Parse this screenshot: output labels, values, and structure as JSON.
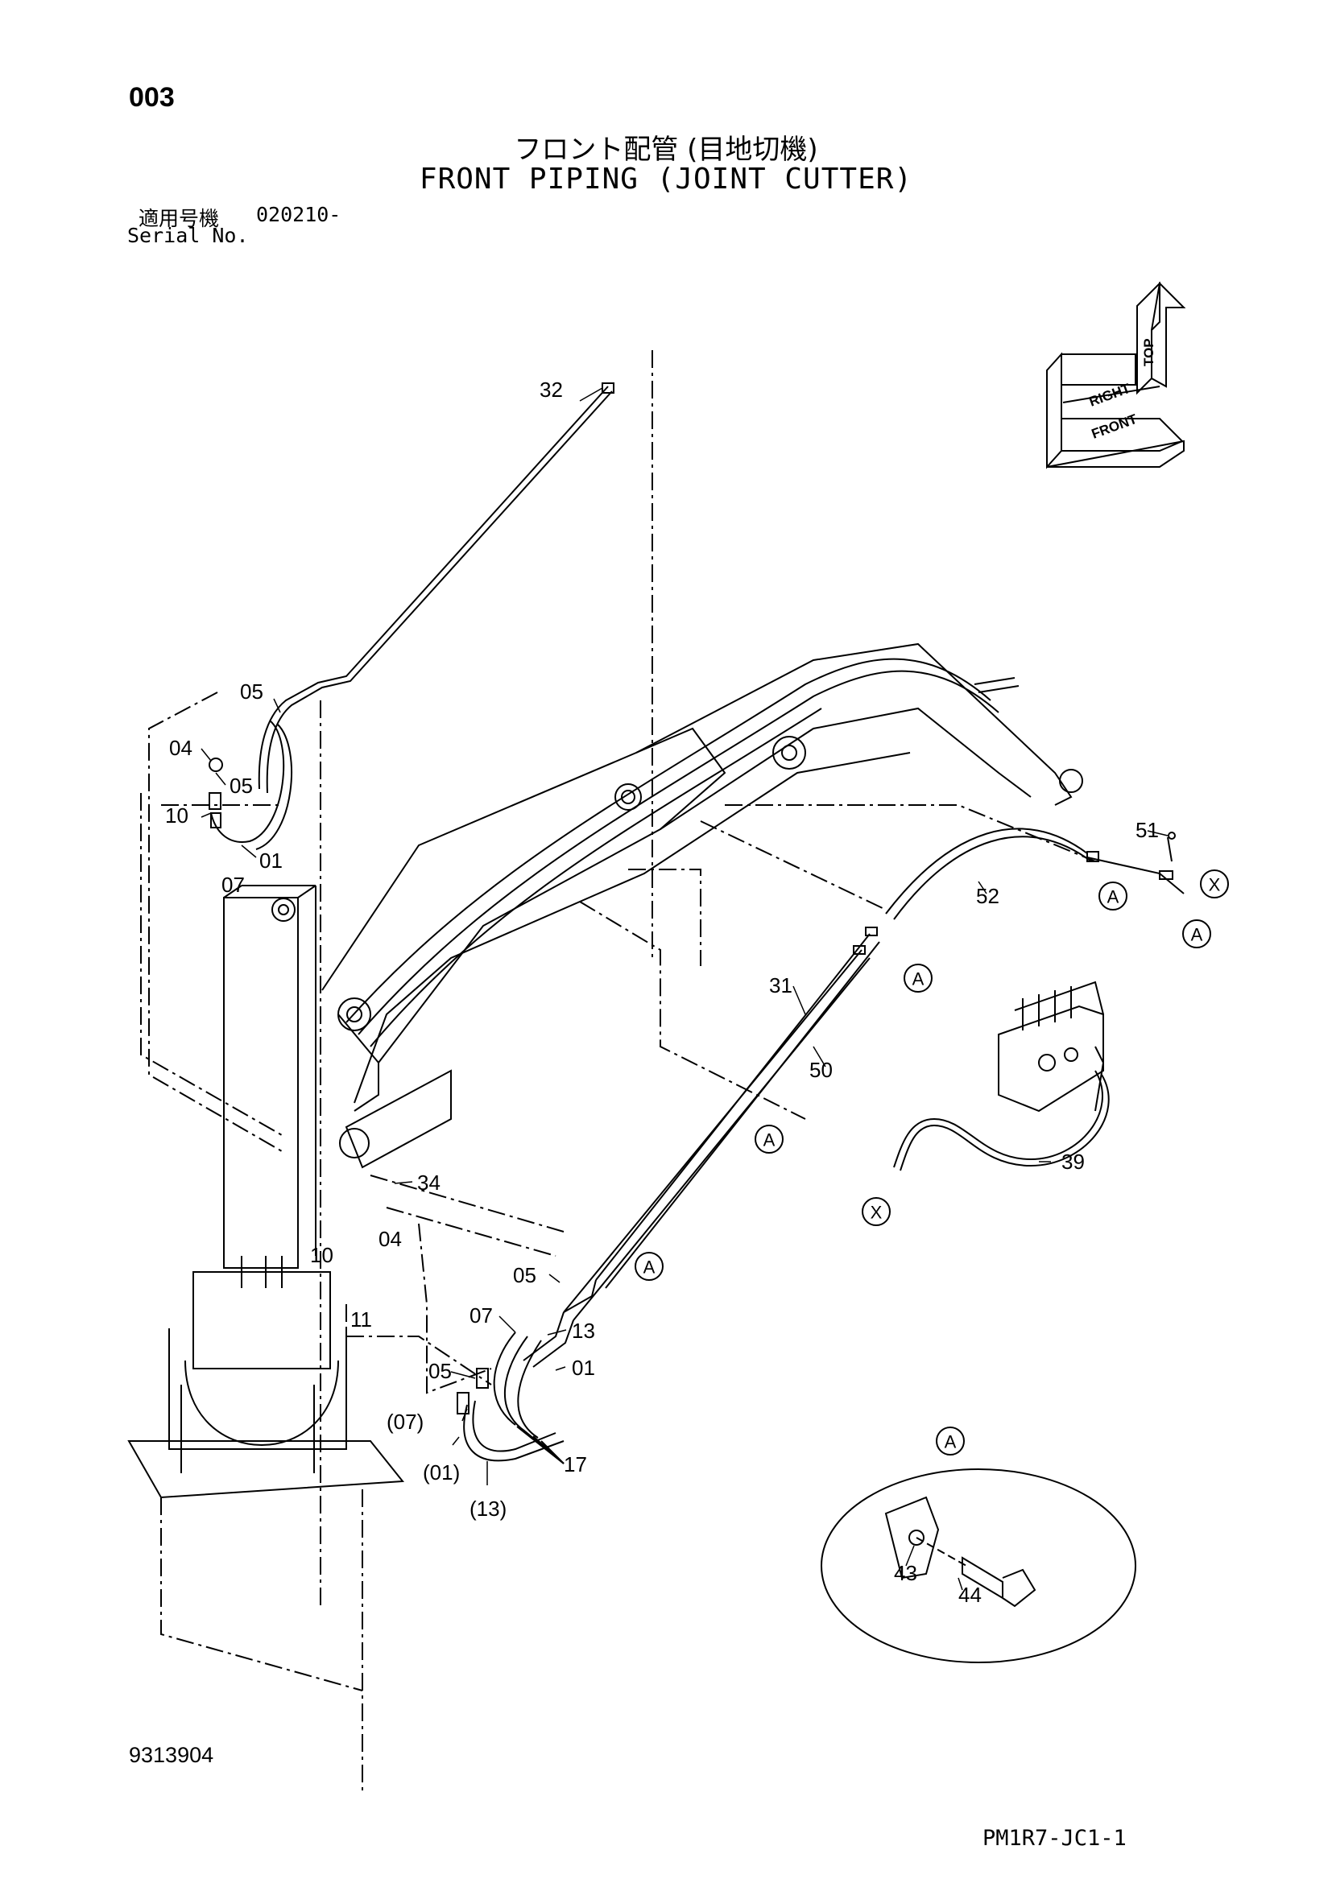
{
  "header": {
    "page_number": "003",
    "title_jp": "フロント配管 (目地切機)",
    "title_en": "FRONT PIPING (JOINT CUTTER)",
    "serial_label_jp": "適用号機",
    "serial_value": "020210-",
    "serial_label_en": "Serial No."
  },
  "orientation": {
    "top": "TOP",
    "right": "RIGHT",
    "front": "FRONT"
  },
  "callouts": {
    "p32": "32",
    "p05a": "05",
    "p04a": "04",
    "p05b": "05",
    "p10a": "10",
    "p01a": "01",
    "p07a": "07",
    "p51": "51",
    "p52": "52",
    "p31": "31",
    "p50": "50",
    "p39": "39",
    "p34": "34",
    "p04b": "04",
    "p10b": "10",
    "p11": "11",
    "p05c": "05",
    "p07b": "07",
    "p13": "13",
    "p05d": "05",
    "p01b": "01",
    "p07c": "(07)",
    "p01c": "(01)",
    "p13b": "(13)",
    "p17": "17",
    "p43": "43",
    "p44": "44"
  },
  "markers": {
    "a": "A",
    "x": "X"
  },
  "footer": {
    "doc_code": "9313904",
    "sheet_code": "PM1R7-JC1-1"
  }
}
